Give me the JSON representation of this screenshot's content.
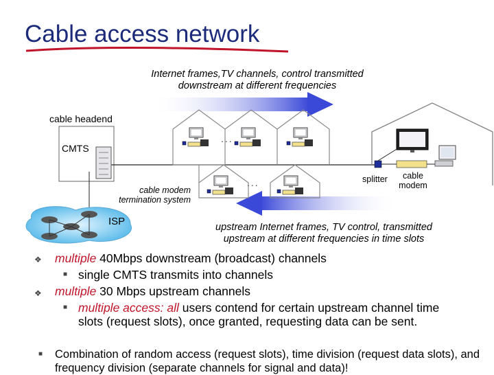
{
  "title": "Cable access network",
  "diagram": {
    "downstream_caption_1": "Internet frames,TV channels, control  transmitted",
    "downstream_caption_2": "downstream at different frequencies",
    "headend_label": "cable headend",
    "cmts_label": "CMTS",
    "cmts_caption_1": "cable modem",
    "cmts_caption_2": "termination system",
    "isp_label": "ISP",
    "splitter_label": "splitter",
    "modem_label_1": "cable",
    "modem_label_2": "modem",
    "ellipsis": "...",
    "upstream_caption_1": "upstream Internet frames, TV control,  transmitted",
    "upstream_caption_2": "upstream at different frequencies in time slots"
  },
  "bullets": {
    "b1_red": "multiple",
    "b1_rest": " 40Mbps downstream (broadcast) channels",
    "b1_sub": "single CMTS transmits into channels",
    "b2_red": "multiple",
    "b2_rest": " 30 Mbps upstream channels",
    "b2_sub_red": "multiple access: all",
    "b2_sub_rest": " users contend for certain upstream channel time slots (request slots), once granted, requesting data can be sent.",
    "b3": "Combination of random access (request slots), time division (request data slots), and frequency division (separate channels for signal and data)!"
  },
  "colors": {
    "title": "#1c2a7a",
    "underline": "#c0142a",
    "arrow": "#3b49d8",
    "emphasis": "#c0142a"
  }
}
